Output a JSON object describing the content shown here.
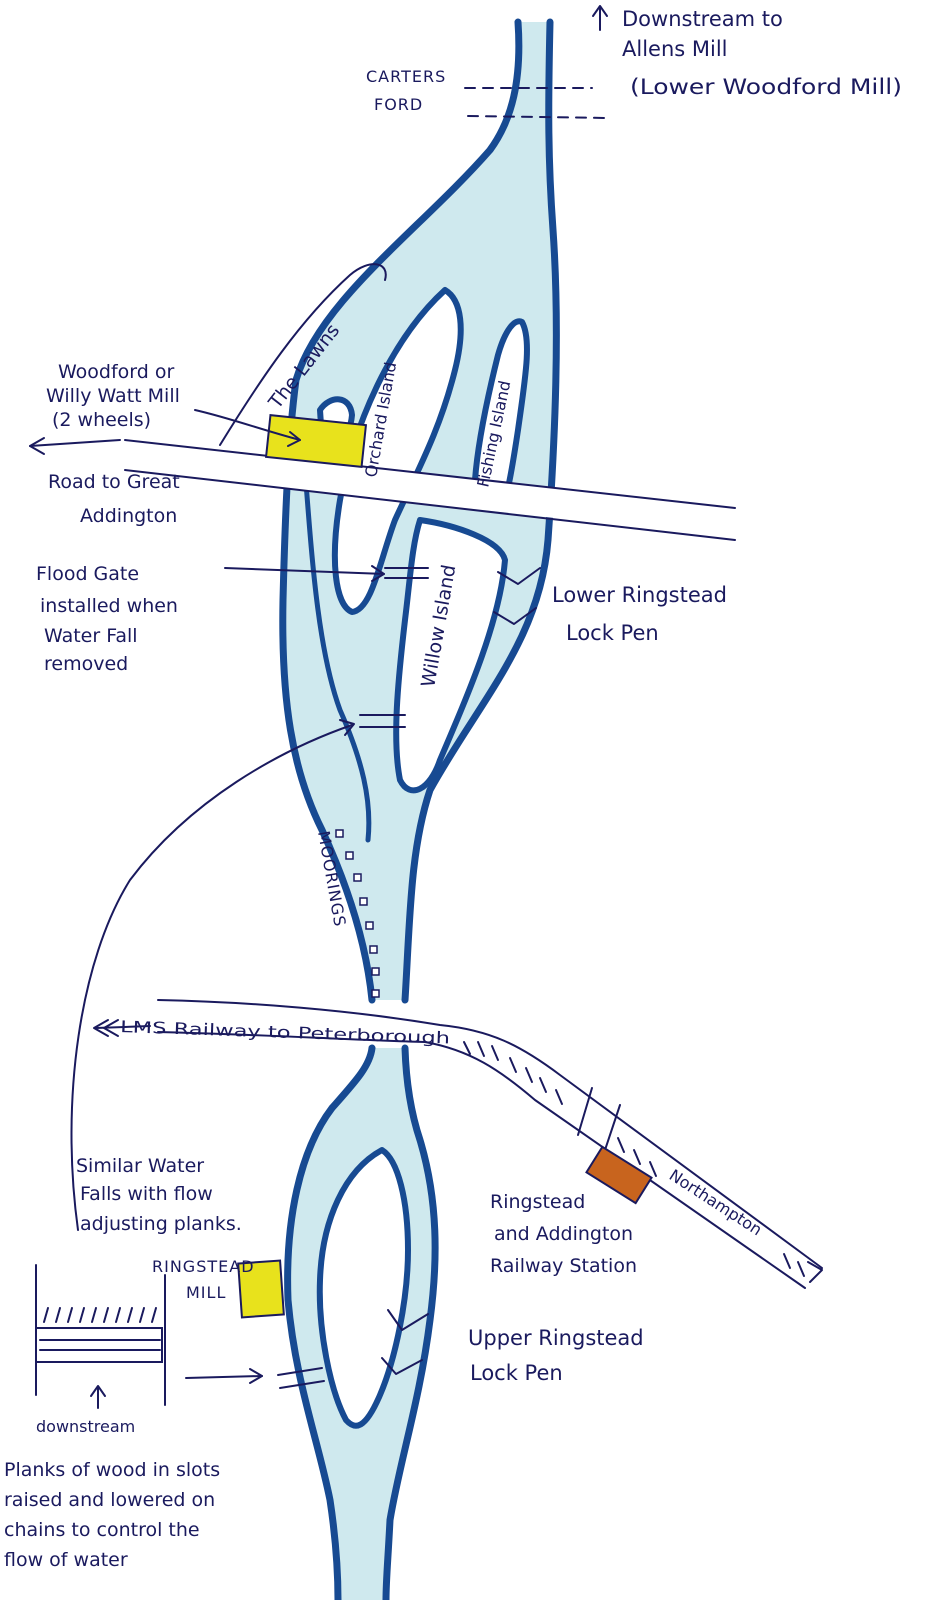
{
  "colors": {
    "water": "#cfe9ee",
    "bank": "#174a92",
    "ink": "#1a1a5e",
    "mill": "#e8e21c",
    "station": "#c8641e"
  },
  "labels": {
    "downstream_to": "Downstream to",
    "allens_mill": "Allens Mill",
    "lower_woodford_mill": "(Lower Woodford Mill)",
    "carters": "CARTERS",
    "ford": "FORD",
    "the_lawns": "The Lawns",
    "orchard_island": "Orchard Island",
    "fishing_island": "Fishing Island",
    "willow_island": "Willow Island",
    "woodford_mill_1": "Woodford or",
    "woodford_mill_2": "Willy Watt Mill",
    "woodford_mill_3": "(2 wheels)",
    "road_1": "Road to Great",
    "road_2": "Addington",
    "flood_1": "Flood Gate",
    "flood_2": "installed when",
    "flood_3": "Water Fall",
    "flood_4": "removed",
    "lower_lock_1": "Lower Ringstead",
    "lower_lock_2": "Lock Pen",
    "moorings": "MOORINGS",
    "railway": "LMS Railway to Peterborough",
    "northampton": "Northampton",
    "station_1": "Ringstead",
    "station_2": "and Addington",
    "station_3": "Railway Station",
    "similar_1": "Similar Water",
    "similar_2": "Falls with flow",
    "similar_3": "adjusting planks.",
    "ringstead_mill_1": "RINGSTEAD",
    "ringstead_mill_2": "MILL",
    "upper_lock_1": "Upper Ringstead",
    "upper_lock_2": "Lock Pen",
    "downstream": "downstream",
    "planks_1": "Planks of wood in slots",
    "planks_2": "raised and lowered on",
    "planks_3": "chains to control the",
    "planks_4": "flow of water"
  }
}
